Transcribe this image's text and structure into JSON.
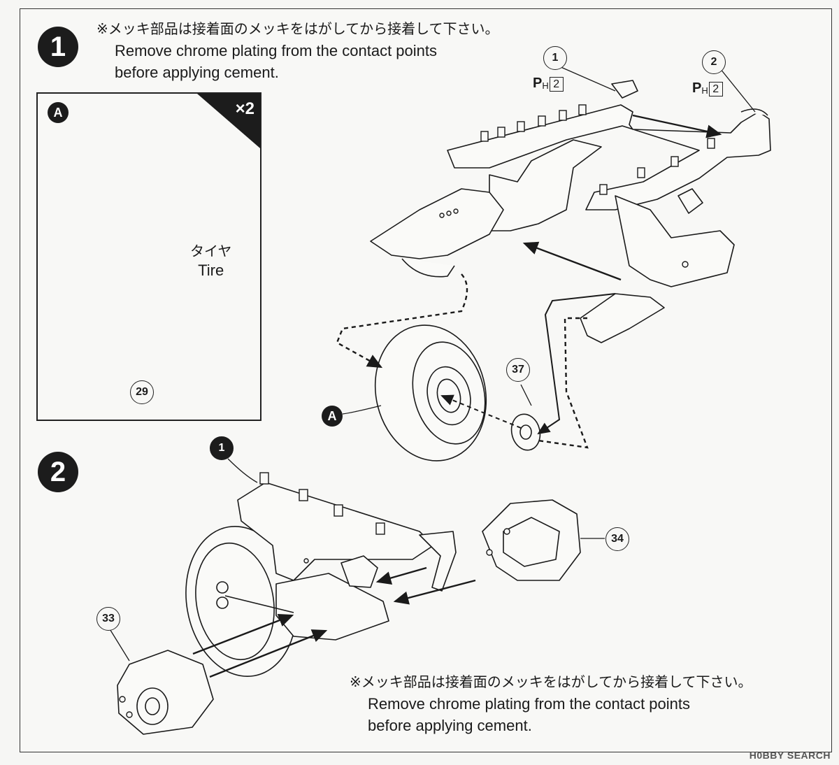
{
  "steps": [
    {
      "number": "1",
      "note_jp": "※メッキ部品は接着面のメッキをはがしてから接着して下さい。",
      "note_en_1": "Remove chrome plating from the contact points",
      "note_en_2": "before applying cement."
    },
    {
      "number": "2",
      "note_jp": "※メッキ部品は接着面のメッキをはがしてから接着して下さい。",
      "note_en_1": "Remove chrome plating from the contact points",
      "note_en_2": "before applying cement."
    }
  ],
  "inset": {
    "label": "A",
    "quantity": "×2",
    "tire_jp": "タイヤ",
    "tire_en": "Tire",
    "wheel_part": "29"
  },
  "step1": {
    "frame_part_left": "1",
    "frame_part_right": "2",
    "paint_letter": "P",
    "paint_sub": "H",
    "paint_num": "2",
    "hub_part": "37",
    "wheel_label": "A"
  },
  "step2": {
    "frame_part": "1",
    "left_part": "33",
    "right_part": "34"
  },
  "watermark": "H0BBY SEARCH"
}
